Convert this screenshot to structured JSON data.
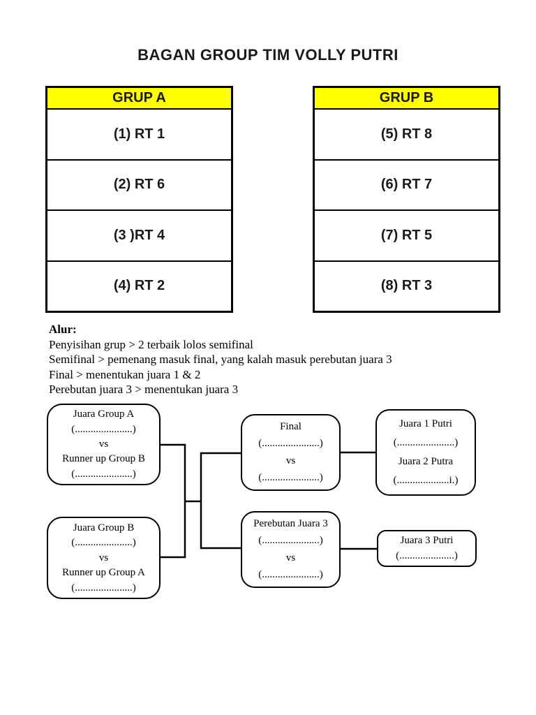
{
  "page": {
    "title": "BAGAN GROUP TIM VOLLY PUTRI"
  },
  "colors": {
    "group_header_bg": "#FFFF00",
    "border": "#000000",
    "background": "#FFFFFF"
  },
  "groups": [
    {
      "name": "GRUP A",
      "teams": [
        "(1) RT 1",
        "(2) RT 6",
        "(3 )RT 4",
        "(4) RT 2"
      ]
    },
    {
      "name": "GRUP B",
      "teams": [
        "(5) RT 8",
        "(6) RT 7",
        "(7) RT 5",
        "(8) RT 3"
      ]
    }
  ],
  "alur": {
    "heading": "Alur:",
    "lines": [
      "Penyisihan grup > 2 terbaik lolos semifinal",
      "Semifinal > pemenang masuk final, yang kalah masuk perebutan juara 3",
      "Final > menentukan juara 1 & 2",
      "Perebutan juara 3 > menentukan juara 3"
    ]
  },
  "bracket": {
    "semifinal_1": {
      "line1": "Juara Group A",
      "blank1": "(......................)",
      "vs": "vs",
      "line2": "Runner up Group B",
      "blank2": "(......................)"
    },
    "semifinal_2": {
      "line1": "Juara Group B",
      "blank1": "(......................)",
      "vs": "vs",
      "line2": "Runner up Group A",
      "blank2": "(......................)"
    },
    "final": {
      "title": "Final",
      "blank1": "(......................)",
      "vs": "vs",
      "blank2": "(......................)"
    },
    "third_place_match": {
      "title": "Perebutan Juara 3",
      "blank1": "(......................)",
      "vs": "vs",
      "blank2": "(......................)"
    },
    "winners": {
      "line1": "Juara 1 Putri",
      "blank1": "(......................)",
      "line2": "Juara 2 Putra",
      "blank2": "(....................i.)"
    },
    "third_place": {
      "line1": "Juara 3 Putri",
      "blank1": "(.....................)"
    }
  }
}
